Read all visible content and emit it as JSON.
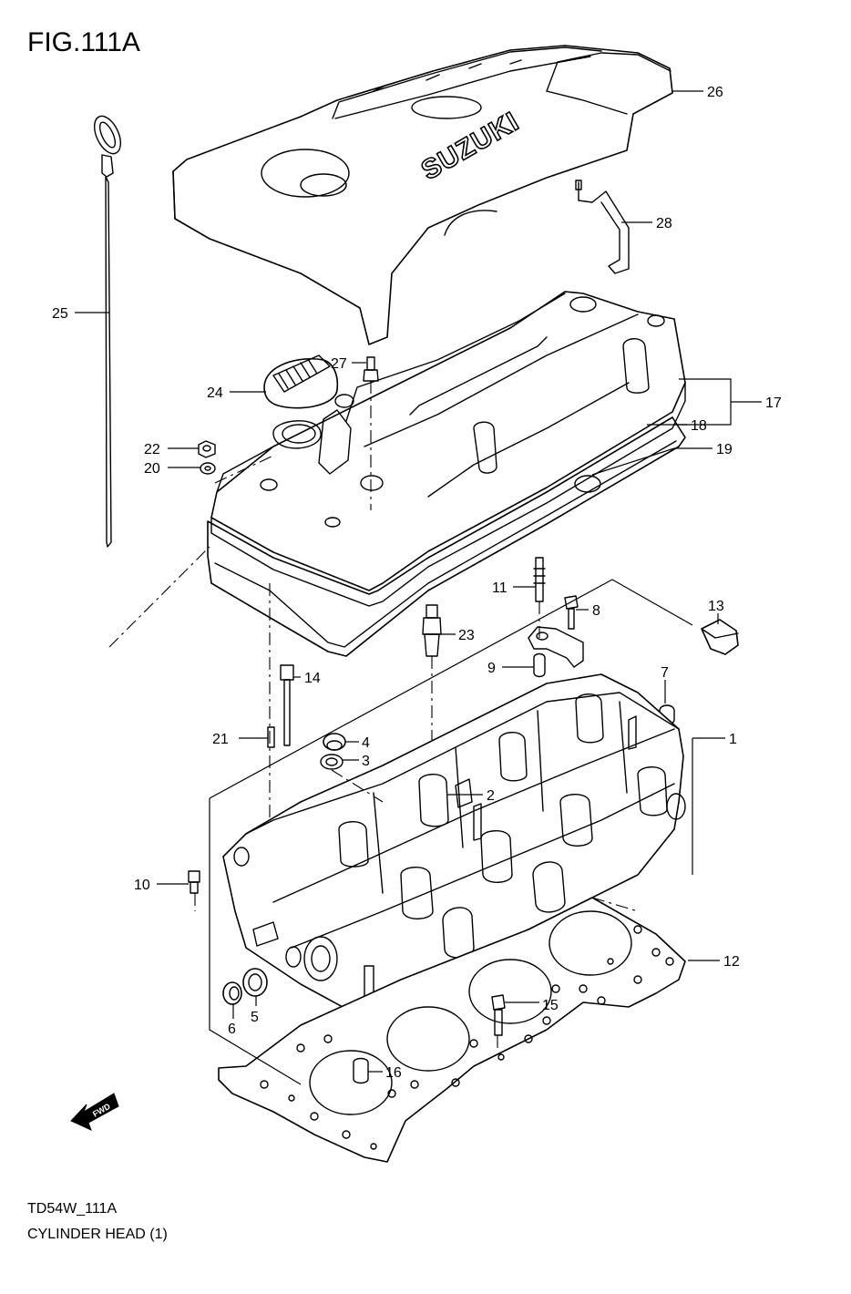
{
  "figure": {
    "title": "FIG.111A",
    "code": "TD54W_111A",
    "name": "CYLINDER HEAD (1)",
    "brand_text": "SUZUKI",
    "direction_text": "FWD"
  },
  "callouts": [
    "1",
    "2",
    "3",
    "4",
    "5",
    "6",
    "7",
    "8",
    "9",
    "10",
    "11",
    "12",
    "13",
    "14",
    "15",
    "16",
    "17",
    "18",
    "19",
    "20",
    "21",
    "22",
    "23",
    "24",
    "25",
    "26",
    "27",
    "28"
  ]
}
